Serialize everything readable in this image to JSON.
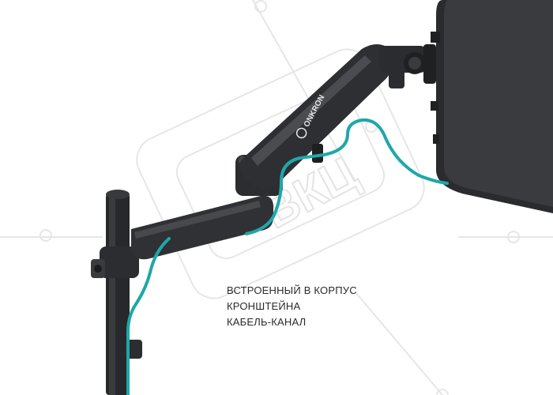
{
  "product": {
    "brand": "ONKRON",
    "colors": {
      "arm": "#2f3033",
      "arm_light": "#45474b",
      "cable": "#1fa7a8",
      "watermark": "#e9e9e9",
      "background": "#ffffff"
    }
  },
  "caption": {
    "line1": "ВСТРОЕННЫЙ В КОРПУС",
    "line2": "КРОНШТЕЙНА",
    "line3": "КАБЕЛЬ-КАНАЛ"
  },
  "watermark": {
    "text": "ВКЦ"
  }
}
